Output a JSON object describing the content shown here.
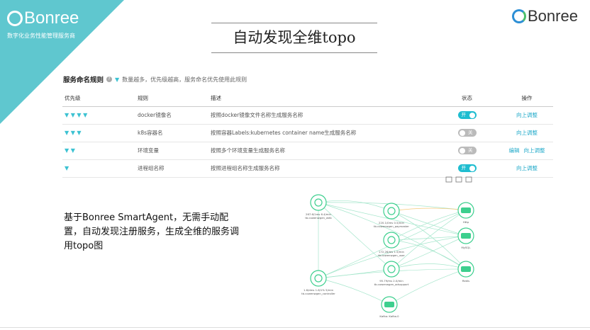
{
  "header": {
    "brand_left": "Bonree",
    "tagline": "数字化业务性能管理服务商",
    "brand_right": "Bonree",
    "title": "自动发现全维topo"
  },
  "rules": {
    "title": "服务命名规则",
    "hint": "数量越多，优先级越高，服务命名优先使用此规则",
    "columns": [
      "优先级",
      "规则",
      "描述",
      "状态",
      "操作"
    ],
    "rows": [
      {
        "priority": 4,
        "gems": "💎💎💎💎",
        "rule": "docker镜像名",
        "desc": "按照docker镜像文件名称生成服务名称",
        "status": "开",
        "on": true,
        "actions": [
          "向上调整"
        ]
      },
      {
        "priority": 3,
        "gems": "💎💎💎",
        "rule": "k8s容器名",
        "desc": "按照容器Labels:kubernetes container name生成服务名称",
        "status": "关",
        "on": false,
        "actions": [
          "向上调整"
        ]
      },
      {
        "priority": 2,
        "gems": "💎💎",
        "rule": "环境变量",
        "desc": "按照多个环境变量生成服务名称",
        "status": "关",
        "on": false,
        "actions": [
          "编辑",
          "向上调整"
        ]
      },
      {
        "priority": 1,
        "gems": "💎",
        "rule": "进程组名称",
        "desc": "按照进程组名称生成服务名称",
        "status": "开",
        "on": true,
        "actions": [
          "向上调整"
        ]
      }
    ]
  },
  "description": "基于Bonree SmartAgent，无需手动配置，自动发现注册服务，生成全维的服务调用topo图",
  "topo": {
    "toolbar": [
      "layout-icon",
      "filter-icon",
      "settings-icon"
    ],
    "nodes": [
      {
        "id": "web",
        "type": "service",
        "line1": "267.6/1ms 6.4/min",
        "line2": "tb.cowenwgen_web"
      },
      {
        "id": "pay",
        "type": "service",
        "line1": "220.1/0ms 0.5/min",
        "line2": "tb.cowenwgen_paymaster"
      },
      {
        "id": "user",
        "type": "service",
        "line1": "172.26/ms 1.5/min",
        "line2": "tb.cowenwgen_user"
      },
      {
        "id": "checkout",
        "type": "service",
        "line1": "1.6/dms 1.6/1% 5/min",
        "line2": "tb.cowenwgen_controller"
      },
      {
        "id": "ad",
        "type": "service",
        "line1": "95.79/ms 2.0/min",
        "line2": "tb.cowenwgen_adsupport"
      },
      {
        "id": "kafka",
        "type": "kafka",
        "line1": "Kafka: Kafka.0",
        "line2": ""
      },
      {
        "id": "http",
        "type": "http",
        "line1": "Http",
        "line2": ""
      },
      {
        "id": "mysql",
        "type": "mysql",
        "line1": "MySQL",
        "line2": ""
      },
      {
        "id": "redis",
        "type": "redis",
        "line1": "Redis",
        "line2": ""
      }
    ],
    "edges": [
      [
        "web",
        "pay"
      ],
      [
        "web",
        "http"
      ],
      [
        "web",
        "mysql"
      ],
      [
        "web",
        "redis"
      ],
      [
        "pay",
        "http"
      ],
      [
        "pay",
        "mysql"
      ],
      [
        "pay",
        "redis"
      ],
      [
        "user",
        "http"
      ],
      [
        "user",
        "mysql"
      ],
      [
        "user",
        "redis"
      ],
      [
        "ad",
        "http"
      ],
      [
        "ad",
        "mysql"
      ],
      [
        "ad",
        "redis"
      ],
      [
        "checkout",
        "kafka"
      ],
      [
        "checkout",
        "http"
      ],
      [
        "checkout",
        "mysql"
      ],
      [
        "checkout",
        "redis"
      ],
      [
        "checkout",
        "ad"
      ],
      [
        "web",
        "checkout"
      ],
      [
        "kafka",
        "redis"
      ],
      [
        "web",
        "ad"
      ]
    ],
    "colors": {
      "node": "#3dcf8e",
      "edge": "#a6e6cc",
      "highlight": "#f5c97a"
    }
  }
}
